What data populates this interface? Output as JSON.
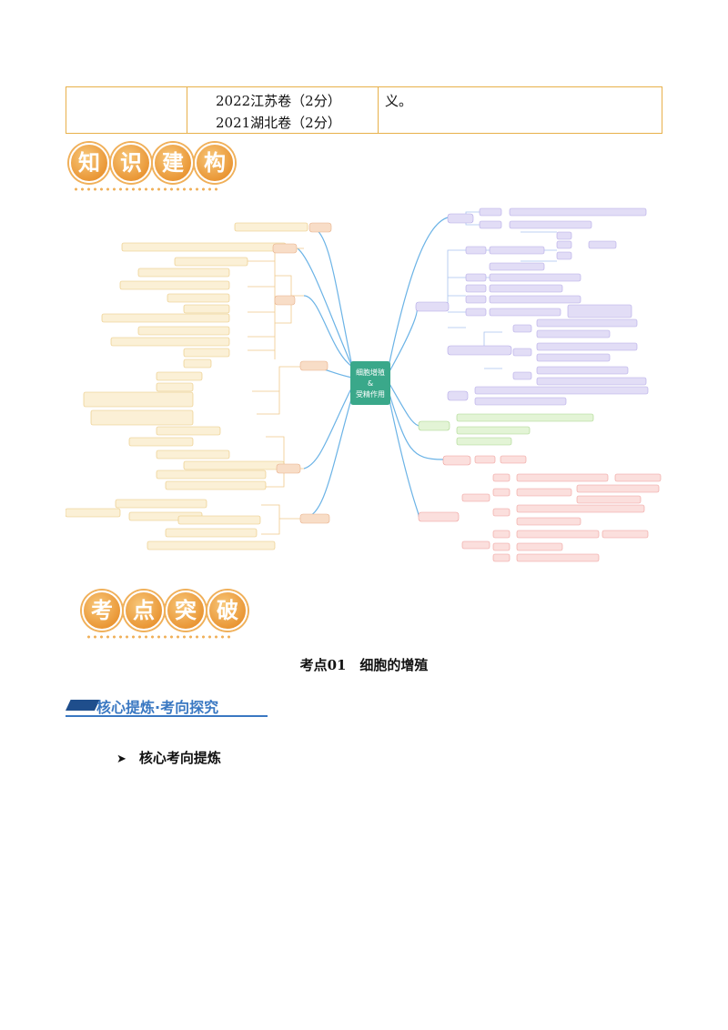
{
  "table": {
    "row_lines": [
      "2022江苏卷（2分）",
      "2021湖北卷（2分）"
    ],
    "right_text": "义。"
  },
  "banner_knowledge": [
    "知",
    "识",
    "建",
    "构"
  ],
  "mindmap": {
    "center": [
      "细胞增殖",
      "&",
      "受精作用"
    ]
  },
  "banner_exam": [
    "考",
    "点",
    "突",
    "破"
  ],
  "kaodian_title": "考点01　细胞的增殖",
  "section_heading": "核心提炼·考向探究",
  "sub_heading": "核心考向提炼",
  "colors": {
    "table_border": "#e8b04a",
    "banner_orange": "#e99432",
    "center_green": "#3aa88a",
    "heading_blue": "#3a78c2"
  }
}
